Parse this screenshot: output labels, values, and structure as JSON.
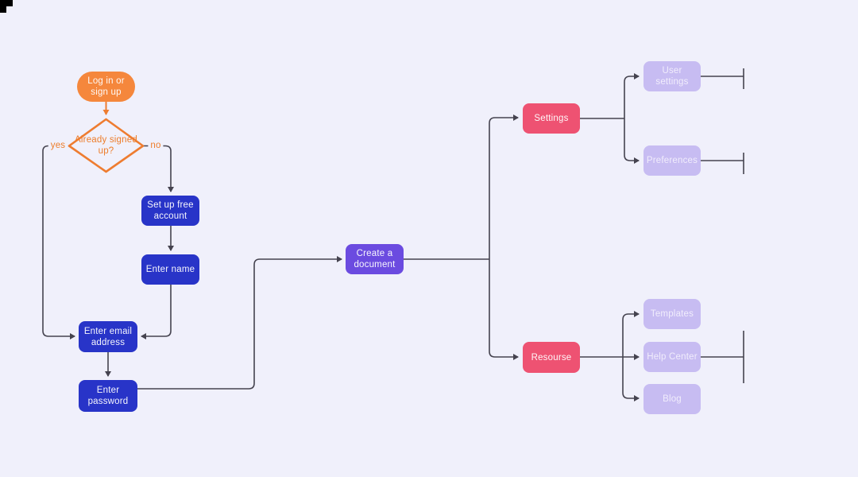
{
  "canvas": {
    "background_color": "#F0F0FB",
    "connector_color": "#45434F",
    "accent_orange": "#F5873C",
    "accent_blue": "#2834C8",
    "accent_purple": "#6B4BE0",
    "accent_pink": "#EE5272",
    "accent_lavender": "#C7BCF2"
  },
  "nodes": {
    "login": {
      "label": "Log in or sign up",
      "shape": "pill",
      "color": "#F5873C"
    },
    "already": {
      "label": "Already signed up?",
      "shape": "diamond",
      "color": "#EE7C30"
    },
    "setup": {
      "label": "Set up free account",
      "shape": "rect",
      "color": "#2834C8"
    },
    "enter_name": {
      "label": "Enter name",
      "shape": "rect",
      "color": "#2834C8"
    },
    "email": {
      "label": "Enter email address",
      "shape": "rect",
      "color": "#2834C8"
    },
    "password": {
      "label": "Enter password",
      "shape": "rect",
      "color": "#2834C8"
    },
    "create_doc": {
      "label": "Create a document",
      "shape": "rect",
      "color": "#6B4BE0"
    },
    "settings": {
      "label": "Settings",
      "shape": "rect",
      "color": "#EE5272"
    },
    "resourse": {
      "label": "Resourse",
      "shape": "rect",
      "color": "#EE5272"
    },
    "user_settings": {
      "label": "User settings",
      "shape": "rect",
      "color": "#C7BCF2"
    },
    "preferences": {
      "label": "Preferences",
      "shape": "rect",
      "color": "#C7BCF2"
    },
    "templates": {
      "label": "Templates",
      "shape": "rect",
      "color": "#C7BCF2"
    },
    "help_center": {
      "label": "Help Center",
      "shape": "rect",
      "color": "#C7BCF2"
    },
    "blog": {
      "label": "Blog",
      "shape": "rect",
      "color": "#C7BCF2"
    }
  },
  "edge_labels": {
    "yes": "yes",
    "no": "no"
  },
  "edges": [
    {
      "from": "Log in or sign up",
      "to": "Already signed up?"
    },
    {
      "from": "Already signed up?",
      "to": "Enter email address",
      "label": "yes"
    },
    {
      "from": "Already signed up?",
      "to": "Set up free account",
      "label": "no"
    },
    {
      "from": "Set up free account",
      "to": "Enter name"
    },
    {
      "from": "Enter name",
      "to": "Enter email address"
    },
    {
      "from": "Enter email address",
      "to": "Enter password"
    },
    {
      "from": "Enter password",
      "to": "Create a document"
    },
    {
      "from": "Create a document",
      "to": "Settings"
    },
    {
      "from": "Create a document",
      "to": "Resourse"
    },
    {
      "from": "Settings",
      "to": "User settings"
    },
    {
      "from": "Settings",
      "to": "Preferences"
    },
    {
      "from": "Resourse",
      "to": "Templates"
    },
    {
      "from": "Resourse",
      "to": "Help Center"
    },
    {
      "from": "Resourse",
      "to": "Blog"
    }
  ]
}
